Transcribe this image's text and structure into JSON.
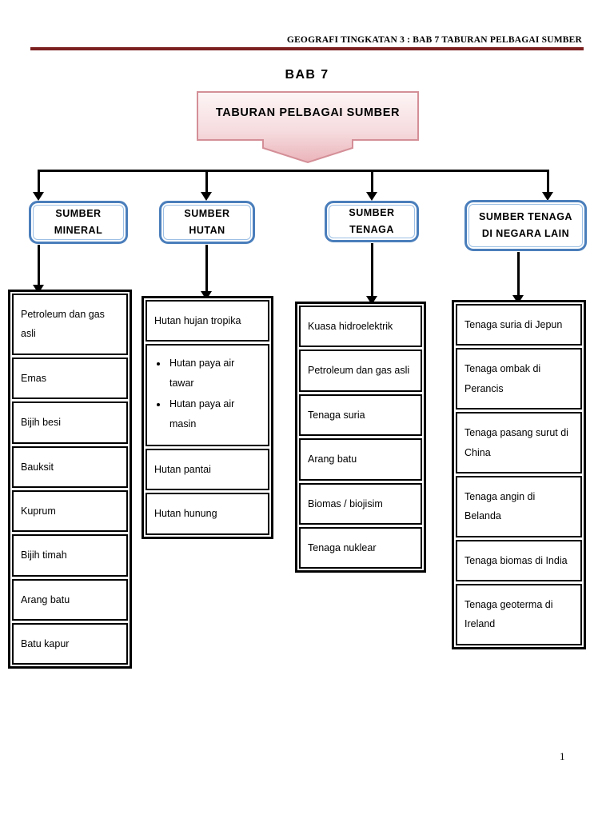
{
  "header": {
    "text": "GEOGRAFI TINGKATAN 3 : BAB 7 TABURAN PELBAGAI SUMBER",
    "rule_color": "#7b1f1f"
  },
  "chapter": {
    "title": "BAB 7",
    "banner_label": "TABURAN PELBAGAI SUMBER",
    "banner_fill_top": "#fdf3f4",
    "banner_fill_bottom": "#efbfc3",
    "banner_border": "#d48f97"
  },
  "categories": [
    {
      "id": "sumber-mineral",
      "label_line1": "SUMBER",
      "label_line2": "MINERAL"
    },
    {
      "id": "sumber-hutan",
      "label_line1": "SUMBER",
      "label_line2": "HUTAN"
    },
    {
      "id": "sumber-tenaga",
      "label_line1": "SUMBER",
      "label_line2": "TENAGA"
    },
    {
      "id": "sumber-tenaga-di-negara-lain",
      "label_line1": "SUMBER TENAGA",
      "label_line2": "DI NEGARA LAIN"
    }
  ],
  "columns": [
    {
      "id": "mineral-list",
      "items": [
        {
          "text": "Petroleum dan gas asli"
        },
        {
          "text": "Emas"
        },
        {
          "text": "Bijih besi"
        },
        {
          "text": "Bauksit"
        },
        {
          "text": "Kuprum"
        },
        {
          "text": "Bijih timah"
        },
        {
          "text": "Arang batu"
        },
        {
          "text": "Batu kapur"
        }
      ]
    },
    {
      "id": "hutan-list",
      "items": [
        {
          "text": "Hutan hujan tropika"
        },
        {
          "bullets": [
            "Hutan paya air tawar",
            "Hutan paya air masin"
          ]
        },
        {
          "text": "Hutan pantai"
        },
        {
          "text": "Hutan hunung"
        }
      ]
    },
    {
      "id": "tenaga-list",
      "items": [
        {
          "text": "Kuasa hidroelektrik"
        },
        {
          "text": "Petroleum dan gas asli"
        },
        {
          "text": "Tenaga suria"
        },
        {
          "text": "Arang batu"
        },
        {
          "text": "Biomas / biojisim"
        },
        {
          "text": "Tenaga nuklear"
        }
      ]
    },
    {
      "id": "tenaga-negara-lain-list",
      "items": [
        {
          "text": "Tenaga suria di Jepun"
        },
        {
          "text": "Tenaga ombak di Perancis"
        },
        {
          "text": "Tenaga pasang surut di China"
        },
        {
          "text": "Tenaga angin di Belanda"
        },
        {
          "text": "Tenaga biomas di India"
        },
        {
          "text": "Tenaga geoterma di Ireland"
        }
      ]
    }
  ],
  "footer": {
    "page_number": "1"
  },
  "colors": {
    "category_border": "#4a7ebb",
    "category_inner_border": "#9dc0e4",
    "line": "#000000"
  }
}
